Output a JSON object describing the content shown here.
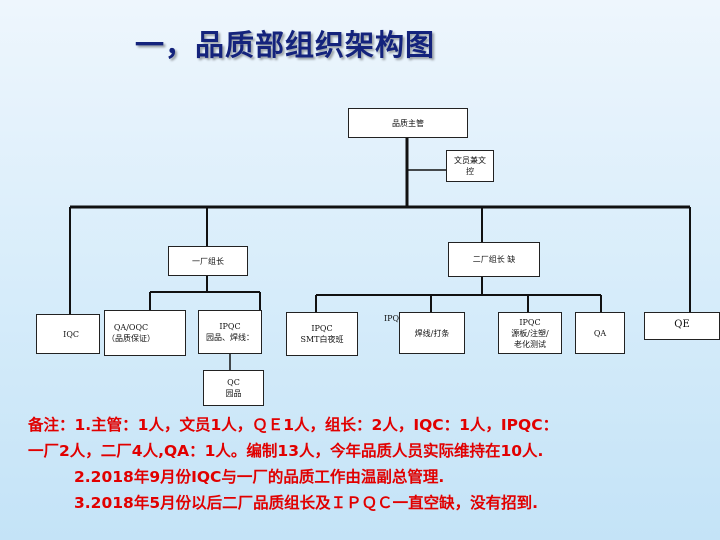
{
  "title": "一，品质部组织架构图",
  "org": {
    "head": "品质主管",
    "doc_control": "文员兼文\n控",
    "factory1_lead": "一厂组长",
    "factory2_lead": "二厂组长    缺",
    "iqc": "IQC",
    "qa_oqc": "QA/OQC\n（品质保证）",
    "ipqc1": "IPQC\n园品、焊线：",
    "qc_garden": "QC\n园品",
    "ipqc_smt": "IPQC\nSMT白夜班",
    "ipqc_label": "IPQC",
    "weld_tail": "焊线/打条",
    "ipqc_test": "IPQC\n源板/注塑/\n老化测试",
    "qa2": "QA",
    "qe": "QE"
  },
  "notes": [
    "备注：1.主管：1人，文员1人，ＱＥ1人，组长：2人，IQC：1人，IPQC：",
    "一厂2人，二厂4人,QA：1人。编制13人，今年品质人员实际维持在10人.",
    "2.2018年9月份IQC与一厂的品质工作由温副总管理.",
    "3.2018年5月份以后二厂品质组长及ＩＰＱＣ一直空缺，没有招到."
  ]
}
